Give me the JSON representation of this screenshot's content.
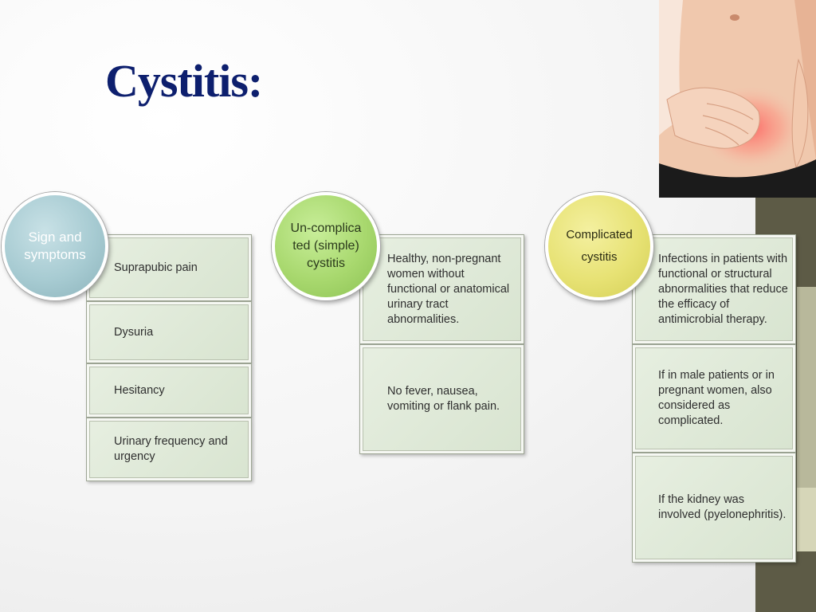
{
  "slide": {
    "title": "Cystitis:"
  },
  "groups": [
    {
      "heading": "Sign and symptoms",
      "items": [
        "Suprapubic pain",
        "Dysuria",
        "Hesitancy",
        "Urinary frequency and urgency"
      ]
    },
    {
      "heading": "Un-complicated (simple) cystitis",
      "items": [
        "Healthy, non-pregnant women without functional or anatomical urinary tract abnormalities.",
        "No fever, nausea, vomiting or flank pain."
      ]
    },
    {
      "heading_lines": [
        "Complicated",
        "cystitis"
      ],
      "items": [
        "Infections in patients with functional or structural abnormalities that reduce the efficacy of antimicrobial therapy.",
        "If in male patients or in pregnant women, also considered as complicated.",
        "If the kidney was involved (pyelonephritis)."
      ]
    }
  ],
  "colors": {
    "title": "#0d1f6e",
    "circle_1": "#a7cbd2",
    "circle_2": "#a8d86e",
    "circle_3": "#e7e274",
    "box_fill": "#dde7d6",
    "deco_bar": "#5d5b46"
  }
}
